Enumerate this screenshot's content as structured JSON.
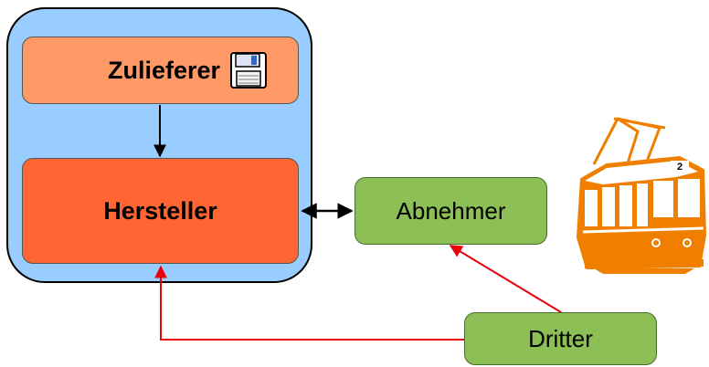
{
  "diagram": {
    "group": {
      "name": "company-group"
    },
    "nodes": {
      "zulieferer": {
        "label": "Zulieferer",
        "color": "#ff9966"
      },
      "hersteller": {
        "label": "Hersteller",
        "color": "#ff6633"
      },
      "abnehmer": {
        "label": "Abnehmer",
        "color": "#8cbf55"
      },
      "dritter": {
        "label": "Dritter",
        "color": "#8cbf55"
      }
    },
    "icons": [
      "floppy-disk-icon",
      "tram-icon"
    ],
    "edges": [
      {
        "from": "Zulieferer",
        "to": "Hersteller",
        "color": "#000000",
        "style": "one-way"
      },
      {
        "from": "Hersteller",
        "to": "Abnehmer",
        "color": "#000000",
        "style": "two-way"
      },
      {
        "from": "Dritter",
        "to": "Hersteller",
        "color": "#e8000b",
        "style": "one-way"
      },
      {
        "from": "Dritter",
        "to": "Abnehmer",
        "color": "#e8000b",
        "style": "one-way"
      }
    ],
    "tram_number": "2"
  }
}
